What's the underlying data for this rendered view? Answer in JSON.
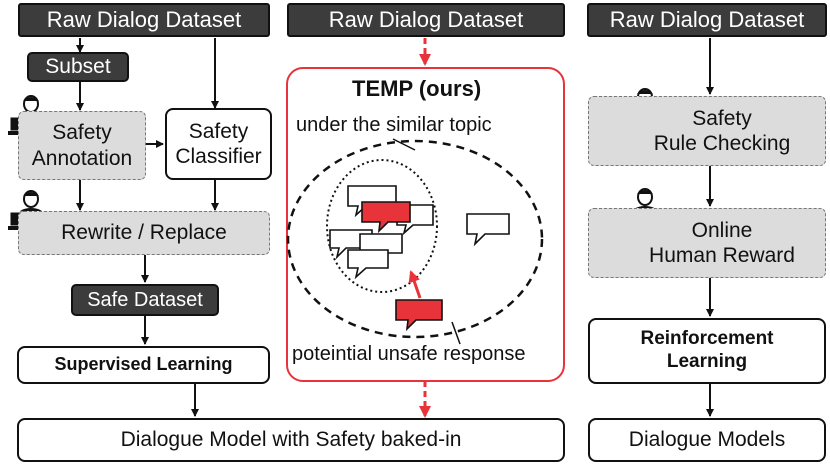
{
  "colors": {
    "accent_red": "#e8333a",
    "dark_box": "#3c3c3c",
    "gray_box": "#dcdcdc"
  },
  "left": {
    "raw": "Raw Dialog Dataset",
    "subset": "Subset",
    "annotation": [
      "Safety",
      "Annotation"
    ],
    "classifier": [
      "Safety",
      "Classifier"
    ],
    "rewrite": "Rewrite / Replace",
    "safe_dataset": "Safe Dataset",
    "supervised": "Supervised Learning"
  },
  "middle": {
    "raw": "Raw Dialog Dataset",
    "temp_title": "TEMP (ours)",
    "topic_label": "under the similar topic",
    "unsafe_label": "poteintial unsafe response"
  },
  "right": {
    "raw": "Raw Dialog Dataset",
    "rule_checking": [
      "Safety",
      "Rule Checking"
    ],
    "human_reward": [
      "Online",
      "Human Reward"
    ],
    "reinforcement": [
      "Reinforcement",
      "Learning"
    ],
    "models": "Dialogue Models"
  },
  "bottom": {
    "baked_in": "Dialogue Model with Safety baked-in"
  },
  "icons": [
    "person-at-laptop-icon",
    "speech-bubble-icon"
  ]
}
